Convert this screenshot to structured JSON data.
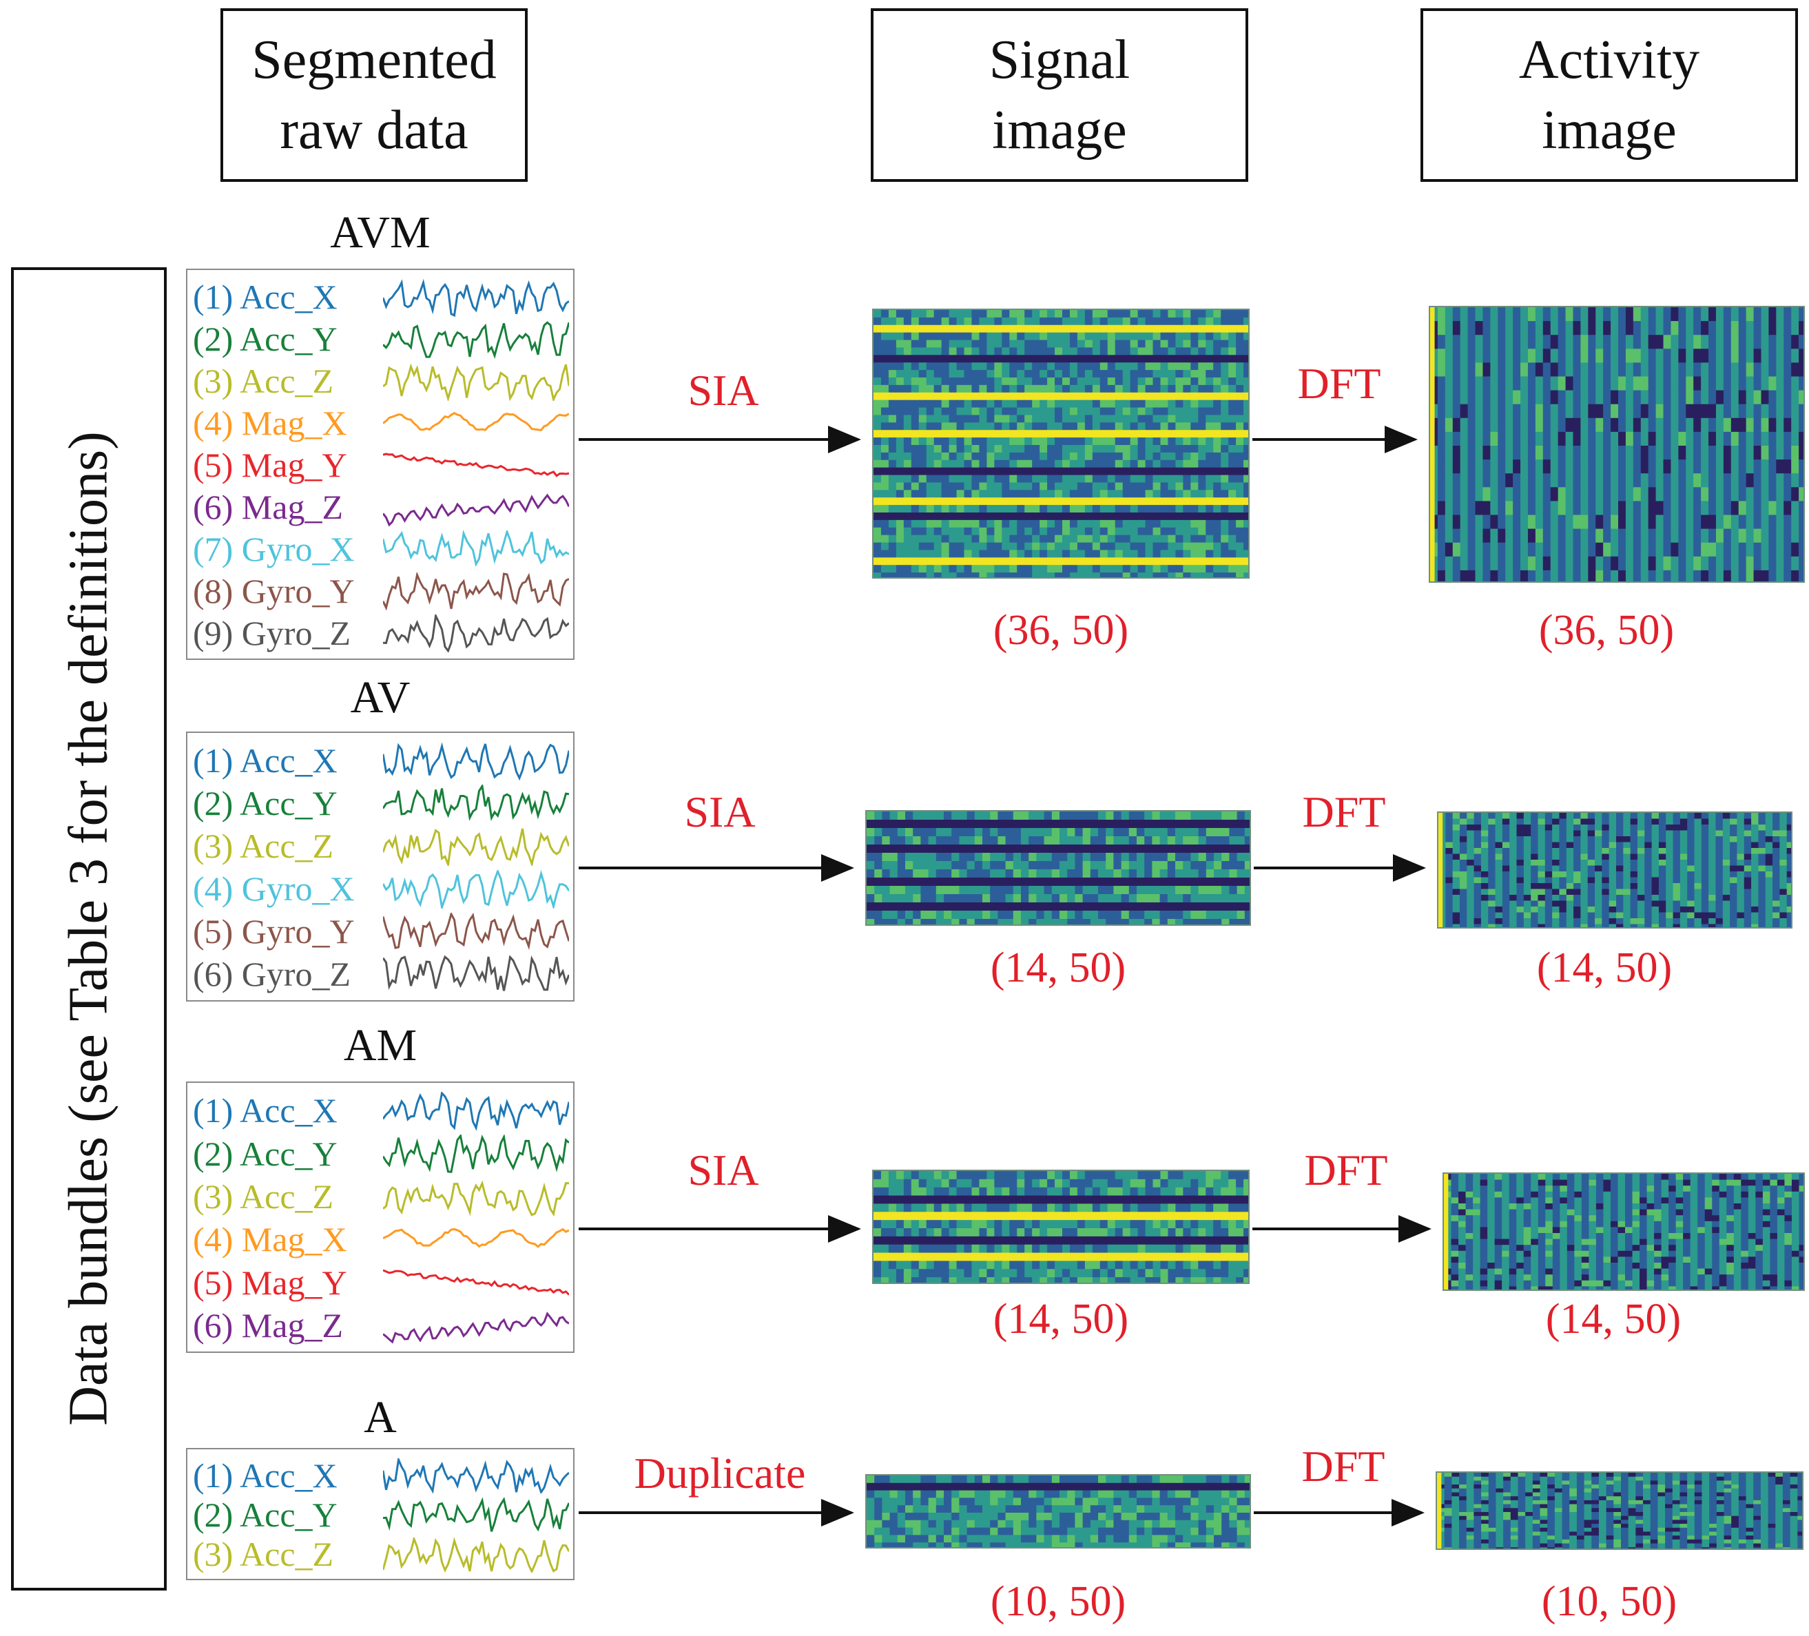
{
  "headers": {
    "raw": [
      "Segmented",
      "raw data"
    ],
    "signal": [
      "Signal",
      "image"
    ],
    "activity": [
      "Activity",
      "image"
    ]
  },
  "side_label": "Data bundles (see Table 3 for the definitions)",
  "colors": {
    "acc_x": "#1f77b4",
    "acc_y": "#17803a",
    "acc_z": "#b8bc2a",
    "mag_x": "#ff9a1f",
    "mag_y": "#e8262b",
    "mag_z": "#7a2a8e",
    "gyro_x": "#4fc3dc",
    "gyro_y": "#8c564b",
    "gyro_z": "#555555",
    "step": "#e0202a",
    "heat_dark": "#2a1f5e",
    "heat_blue": "#2c5f99",
    "heat_teal": "#2d9a8e",
    "heat_green": "#5bc06a",
    "heat_yellow": "#f2e521"
  },
  "bundles": [
    {
      "name": "AVM",
      "channels": [
        {
          "label": "(1) Acc_X",
          "color_key": "acc_x",
          "icon": "waveform-line"
        },
        {
          "label": "(2) Acc_Y",
          "color_key": "acc_y",
          "icon": "waveform-line"
        },
        {
          "label": "(3) Acc_Z",
          "color_key": "acc_z",
          "icon": "waveform-line"
        },
        {
          "label": "(4) Mag_X",
          "color_key": "mag_x",
          "icon": "waveform-line"
        },
        {
          "label": "(5) Mag_Y",
          "color_key": "mag_y",
          "icon": "waveform-line"
        },
        {
          "label": "(6) Mag_Z",
          "color_key": "mag_z",
          "icon": "waveform-line"
        },
        {
          "label": "(7) Gyro_X",
          "color_key": "gyro_x",
          "icon": "waveform-line"
        },
        {
          "label": "(8) Gyro_Y",
          "color_key": "gyro_y",
          "icon": "waveform-line"
        },
        {
          "label": "(9) Gyro_Z",
          "color_key": "gyro_z",
          "icon": "waveform-line"
        }
      ],
      "step1": "SIA",
      "step2": "DFT",
      "signal_dim": "(36, 50)",
      "activity_dim": "(36, 50)"
    },
    {
      "name": "AV",
      "channels": [
        {
          "label": "(1) Acc_X",
          "color_key": "acc_x",
          "icon": "waveform-line"
        },
        {
          "label": "(2) Acc_Y",
          "color_key": "acc_y",
          "icon": "waveform-line"
        },
        {
          "label": "(3) Acc_Z",
          "color_key": "acc_z",
          "icon": "waveform-line"
        },
        {
          "label": "(4) Gyro_X",
          "color_key": "gyro_x",
          "icon": "waveform-line"
        },
        {
          "label": "(5) Gyro_Y",
          "color_key": "gyro_y",
          "icon": "waveform-line"
        },
        {
          "label": "(6) Gyro_Z",
          "color_key": "gyro_z",
          "icon": "waveform-line"
        }
      ],
      "step1": "SIA",
      "step2": "DFT",
      "signal_dim": "(14, 50)",
      "activity_dim": "(14, 50)"
    },
    {
      "name": "AM",
      "channels": [
        {
          "label": "(1) Acc_X",
          "color_key": "acc_x",
          "icon": "waveform-line"
        },
        {
          "label": "(2) Acc_Y",
          "color_key": "acc_y",
          "icon": "waveform-line"
        },
        {
          "label": "(3) Acc_Z",
          "color_key": "acc_z",
          "icon": "waveform-line"
        },
        {
          "label": "(4) Mag_X",
          "color_key": "mag_x",
          "icon": "waveform-line"
        },
        {
          "label": "(5) Mag_Y",
          "color_key": "mag_y",
          "icon": "waveform-line"
        },
        {
          "label": "(6) Mag_Z",
          "color_key": "mag_z",
          "icon": "waveform-line"
        }
      ],
      "step1": "SIA",
      "step2": "DFT",
      "signal_dim": "(14, 50)",
      "activity_dim": "(14, 50)"
    },
    {
      "name": "A",
      "channels": [
        {
          "label": "(1) Acc_X",
          "color_key": "acc_x",
          "icon": "waveform-line"
        },
        {
          "label": "(2) Acc_Y",
          "color_key": "acc_y",
          "icon": "waveform-line"
        },
        {
          "label": "(3) Acc_Z",
          "color_key": "acc_z",
          "icon": "waveform-line"
        }
      ],
      "step1": "Duplicate",
      "step2": "DFT",
      "signal_dim": "(10, 50)",
      "activity_dim": "(10, 50)"
    }
  ]
}
